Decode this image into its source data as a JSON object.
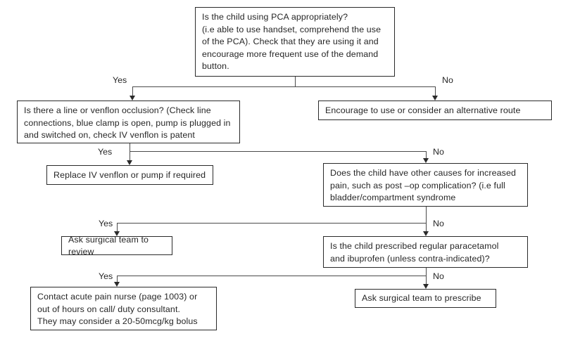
{
  "document": {
    "title": "PCA troubleshooting flowchart",
    "type": "flowchart",
    "colors": {
      "background": "#ffffff",
      "box_border": "#2a2a2a",
      "connector": "#4a4a4a",
      "text": "#262626"
    }
  },
  "nodes": {
    "q1": {
      "id": "q1",
      "kind": "decision",
      "text": " Is the child using PCA appropriately?\n(i.e able to use handset, comprehend the use\nof the PCA). Check that they are using it and\nencourage more frequent use of the demand\nbutton."
    },
    "q2": {
      "id": "q2",
      "kind": "decision",
      "text": "Is there a line or venflon occlusion? (Check line\nconnections, blue clamp is open, pump is plugged in\nand switched on, check IV venflon is patent"
    },
    "a1": {
      "id": "a1",
      "kind": "action",
      "text": "Encourage to use or consider an alternative route"
    },
    "a2": {
      "id": "a2",
      "kind": "action",
      "text": "Replace IV venflon or pump if required"
    },
    "q3": {
      "id": "q3",
      "kind": "decision",
      "text": "Does the child have other causes for increased\npain, such as post –op complication? (i.e full\nbladder/compartment syndrome"
    },
    "a3": {
      "id": "a3",
      "kind": "action",
      "text": "Ask surgical team to review"
    },
    "q4": {
      "id": "q4",
      "kind": "decision",
      "text": "Is the child prescribed regular paracetamol\nand ibuprofen (unless contra-indicated)?"
    },
    "a4": {
      "id": "a4",
      "kind": "action",
      "text": "Contact acute pain nurse (page 1003) or\nout of hours on call/ duty consultant.\nThey may consider a 20-50mcg/kg bolus"
    },
    "a5": {
      "id": "a5",
      "kind": "action",
      "text": "Ask surgical team to prescribe"
    }
  },
  "edge_labels": {
    "q1_yes": "Yes",
    "q1_no": "No",
    "q2_yes": "Yes",
    "q2_no": "No",
    "q3_yes": "Yes",
    "q3_no": "No",
    "q4_yes": "Yes",
    "q4_no": "No"
  }
}
